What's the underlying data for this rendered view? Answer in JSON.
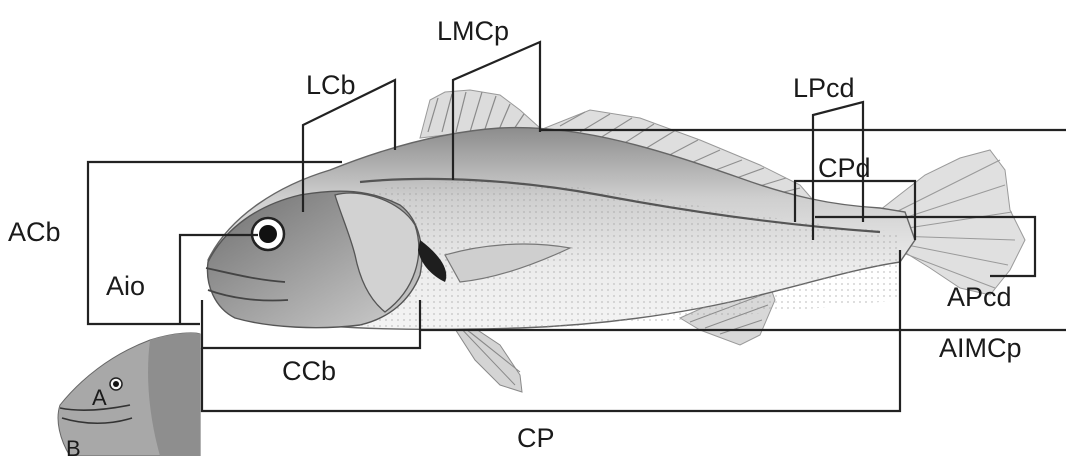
{
  "labels": {
    "LMCp": "LMCp",
    "LCb": "LCb",
    "LPcd": "LPcd",
    "CPd": "CPd",
    "ACb": "ACb",
    "Aio": "Aio",
    "APcd": "APcd",
    "AIMCp": "AIMCp",
    "CCb": "CCb",
    "CP": "CP",
    "A": "A",
    "B": "B"
  },
  "colors": {
    "line": "#222222",
    "fish_body": "#e8e8e8",
    "fish_dark": "#7a7a7a",
    "inset_head": "#9a9a9a"
  }
}
